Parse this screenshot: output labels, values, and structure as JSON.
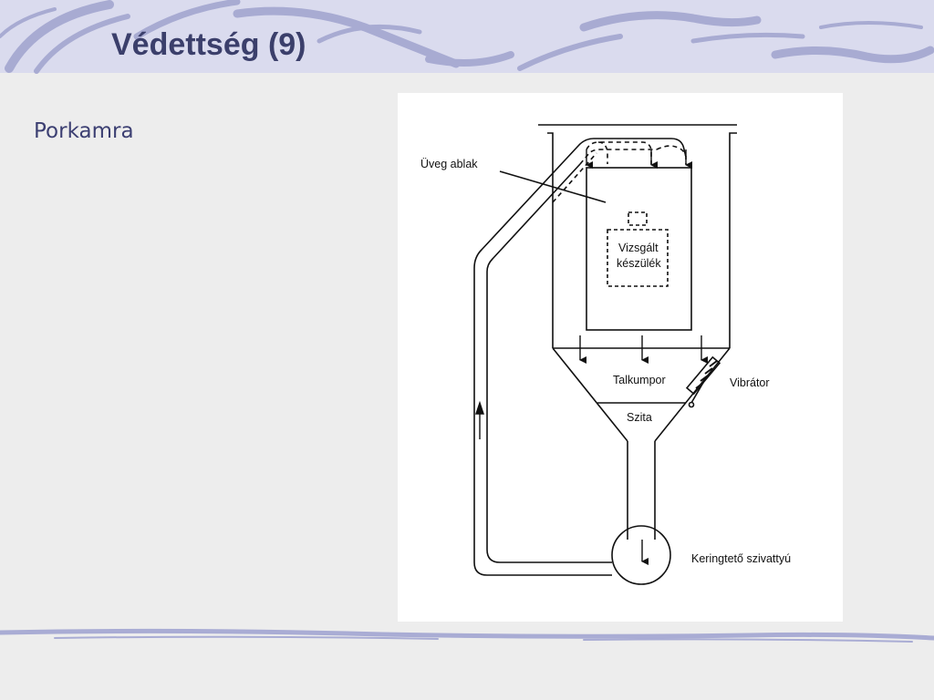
{
  "slide": {
    "title": "Védettség (9)",
    "body_text": "Porkamra"
  },
  "diagram": {
    "labels": {
      "glass_window": "Üveg ablak",
      "device_line1": "Vizsgált",
      "device_line2": "készülék",
      "talc_powder": "Talkumpor",
      "sieve": "Szita",
      "vibrator": "Vibrátor",
      "pump": "Keringtető szivattyú"
    }
  },
  "colors": {
    "title": "#3b3f6b",
    "body_text": "#3c3f72",
    "decor_swirl": "#9fa3cf",
    "decor_band": "#d6d7ec",
    "line": "#111111"
  }
}
